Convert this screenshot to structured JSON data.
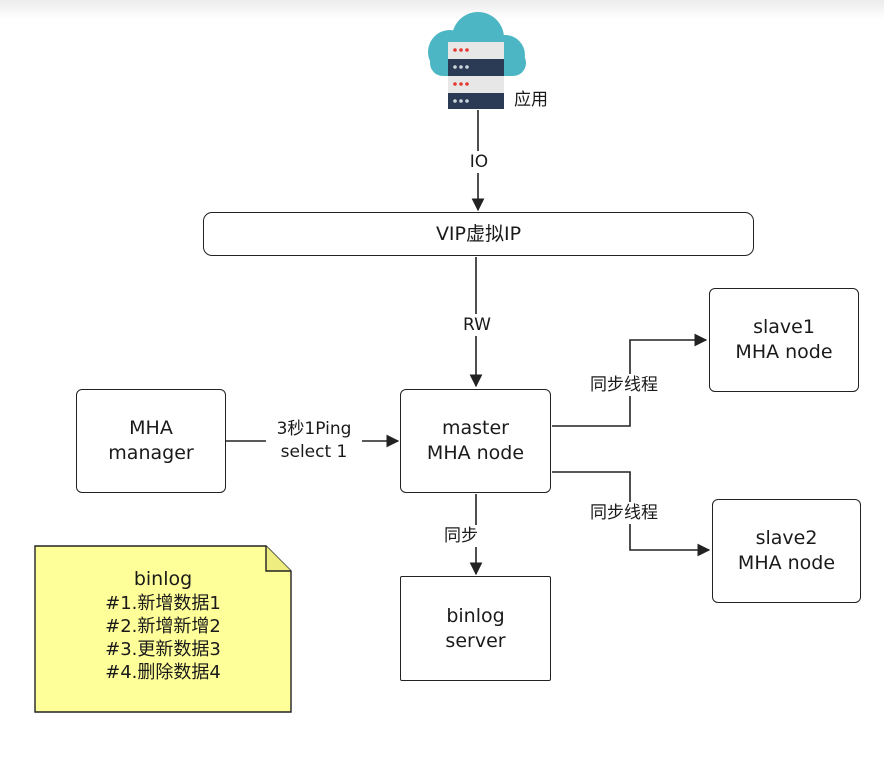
{
  "app": {
    "label": "应用",
    "icon": "cloud-server-icon"
  },
  "edges": {
    "io": "IO",
    "rw": "RW",
    "ping_line1": "3秒1Ping",
    "ping_line2": "select 1",
    "sync_slave1": "同步线程",
    "sync_slave2": "同步线程",
    "sync_binlog": "同步"
  },
  "nodes": {
    "vip": "VIP虚拟IP",
    "manager": {
      "line1": "MHA",
      "line2": "manager"
    },
    "master": {
      "line1": "master",
      "line2": "MHA node"
    },
    "slave1": {
      "line1": "slave1",
      "line2": "MHA node"
    },
    "slave2": {
      "line1": "slave2",
      "line2": "MHA node"
    },
    "binlog_server": {
      "line1": "binlog",
      "line2": "server"
    }
  },
  "note": {
    "title": "binlog",
    "lines": [
      "#1.新增数据1",
      "#2.新增新增2",
      "#3.更新数据3",
      "#4.删除数据4"
    ],
    "fill": "#ffff99"
  },
  "colors": {
    "cloud": "#4db6c4",
    "server_dark": "#2b3a55",
    "server_light": "#e7e7e7",
    "led_red": "#e53935",
    "line": "#222222"
  }
}
